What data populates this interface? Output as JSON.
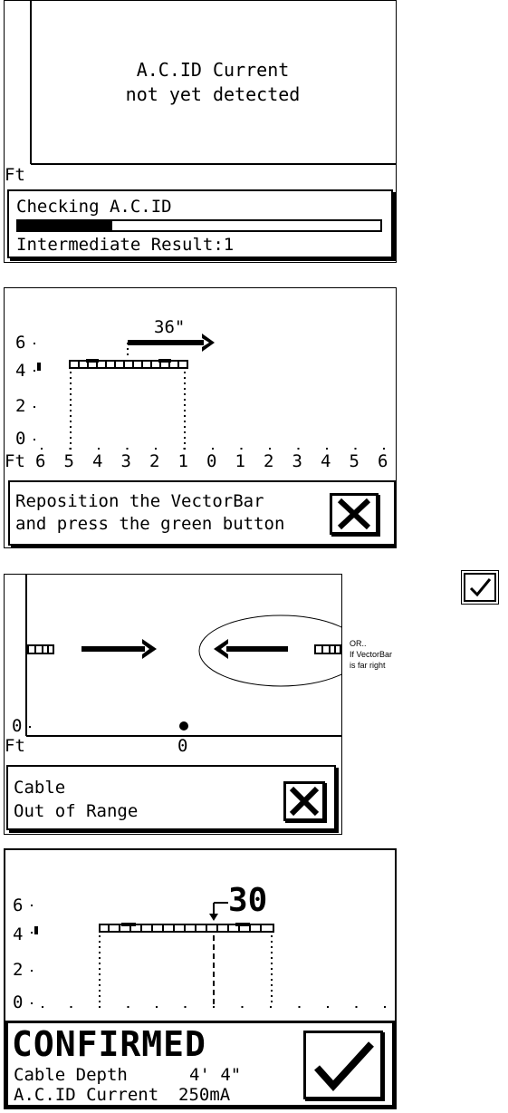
{
  "screen1": {
    "message_line1": "A.C.ID Current",
    "message_line2": "not yet detected",
    "unit_label": "Ft",
    "status_title": "Checking A.C.ID",
    "progress": 0.26,
    "result_text": "Intermediate Result:1"
  },
  "screen2": {
    "y_ticks": [
      "6",
      "4",
      "2",
      "0"
    ],
    "unit_label": "Ft",
    "x_ticks": [
      "6",
      "5",
      "4",
      "3",
      "2",
      "1",
      "0",
      "1",
      "2",
      "3",
      "4",
      "5",
      "6"
    ],
    "offset_label": "36\"",
    "prompt_line1": "Reposition the VectorBar",
    "prompt_line2": "and press the green button"
  },
  "screen3": {
    "y_tick": "0",
    "unit_label": "Ft",
    "x_tick": "0",
    "annotation_line1": "OR..",
    "annotation_line2": "If VectorBar",
    "annotation_line3": "is far right",
    "status_line1": "Cable",
    "status_line2": "Out of Range"
  },
  "screen4": {
    "y_ticks": [
      "6",
      "4",
      "2",
      "0"
    ],
    "depth_value": "30",
    "status_title": "CONFIRMED",
    "depth_label": "Cable Depth",
    "depth_reading": "4' 4\"",
    "current_label": "A.C.ID Current",
    "current_reading": "250mA"
  },
  "icons": {
    "close": "close-icon",
    "check": "checkmark-icon",
    "arrow": "arrow-right-icon"
  }
}
